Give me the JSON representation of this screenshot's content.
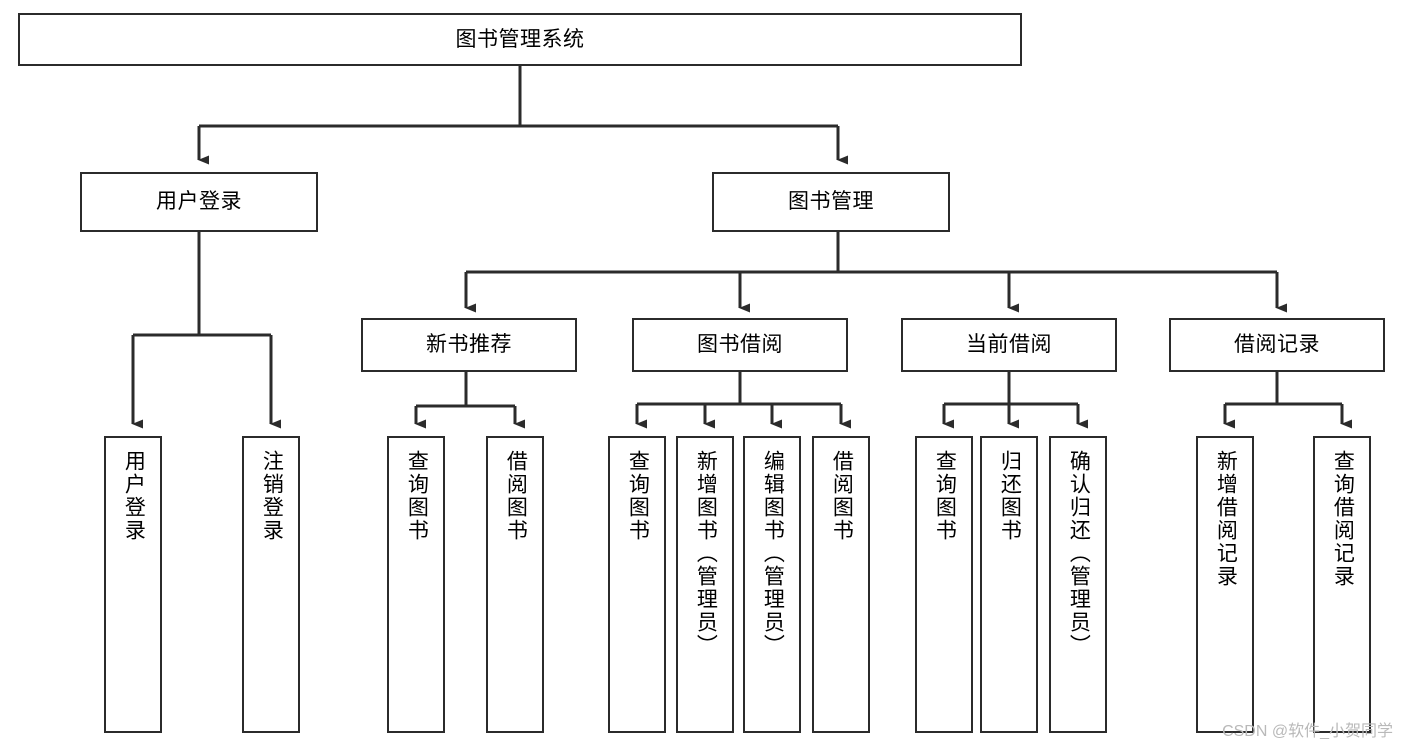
{
  "diagram": {
    "title": "图书管理系统",
    "watermark": "CSDN @软件_小贺同学",
    "colors": {
      "stroke": "#2b2b2b",
      "fill": "#ffffff",
      "text": "#000000",
      "watermark": "#b9b9b9"
    },
    "root": {
      "label": "图书管理系统"
    },
    "level1": [
      {
        "label": "用户登录"
      },
      {
        "label": "图书管理"
      }
    ],
    "level2": [
      {
        "label": "新书推荐"
      },
      {
        "label": "图书借阅"
      },
      {
        "label": "当前借阅"
      },
      {
        "label": "借阅记录"
      }
    ],
    "leaves": {
      "user_login": [
        {
          "label": "用户登录"
        },
        {
          "label": "注销登录"
        }
      ],
      "new_book_recommend": [
        {
          "label": "查询图书"
        },
        {
          "label": "借阅图书"
        }
      ],
      "book_borrow": [
        {
          "label": "查询图书"
        },
        {
          "label": "新增图书（管理员）"
        },
        {
          "label": "编辑图书（管理员）"
        },
        {
          "label": "借阅图书"
        }
      ],
      "current_borrow": [
        {
          "label": "查询图书"
        },
        {
          "label": "归还图书"
        },
        {
          "label": "确认归还（管理员）"
        }
      ],
      "borrow_record": [
        {
          "label": "新增借阅记录"
        },
        {
          "label": "查询借阅记录"
        }
      ]
    }
  }
}
